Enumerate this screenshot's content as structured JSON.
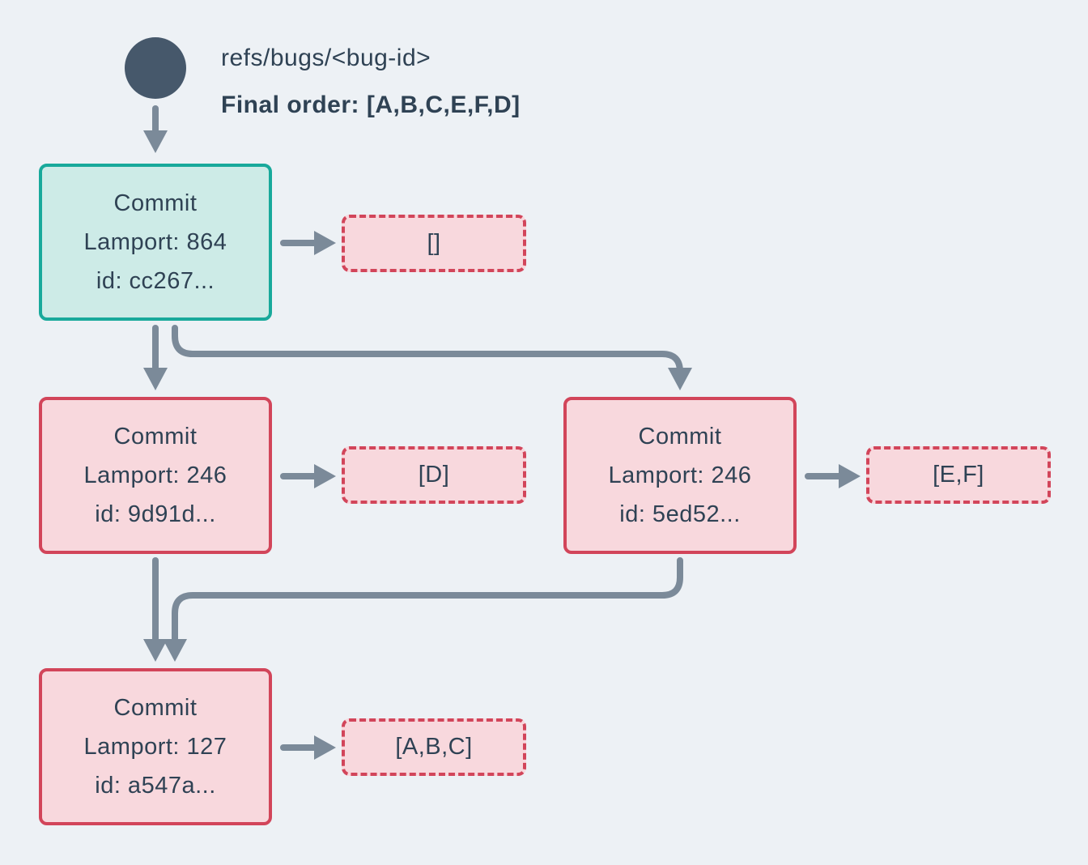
{
  "ref": {
    "label": "refs/bugs/<bug-id>",
    "final_order": "Final order: [A,B,C,E,F,D]"
  },
  "commits": [
    {
      "title": "Commit",
      "lamport": "Lamport: 864",
      "hash": "id: cc267...",
      "role": "head",
      "ops": "[]"
    },
    {
      "title": "Commit",
      "lamport": "Lamport: 246",
      "hash": "id: 9d91d...",
      "role": "normal",
      "ops": "[D]"
    },
    {
      "title": "Commit",
      "lamport": "Lamport: 246",
      "hash": "id: 5ed52...",
      "role": "normal",
      "ops": "[E,F]"
    },
    {
      "title": "Commit",
      "lamport": "Lamport: 127",
      "hash": "id: a547a...",
      "role": "normal",
      "ops": "[A,B,C]"
    }
  ],
  "edges": [
    {
      "from": "ref",
      "to": "commit-cc267"
    },
    {
      "from": "commit-cc267",
      "to": "ops-[]"
    },
    {
      "from": "commit-cc267",
      "to": "commit-9d91d"
    },
    {
      "from": "commit-cc267",
      "to": "commit-5ed52"
    },
    {
      "from": "commit-9d91d",
      "to": "ops-[D]"
    },
    {
      "from": "commit-5ed52",
      "to": "ops-[E,F]"
    },
    {
      "from": "commit-9d91d",
      "to": "commit-a547a"
    },
    {
      "from": "commit-5ed52",
      "to": "commit-a547a"
    },
    {
      "from": "commit-a547a",
      "to": "ops-[A,B,C]"
    }
  ],
  "colors": {
    "background": "#EDF1F5",
    "text": "#2F4254",
    "arrow": "#7B8A99",
    "ref_circle": "#46586B",
    "head_border": "#18A99B",
    "head_fill": "#CDEBE7",
    "commit_border": "#D2455A",
    "commit_fill": "#F8D8DD"
  }
}
